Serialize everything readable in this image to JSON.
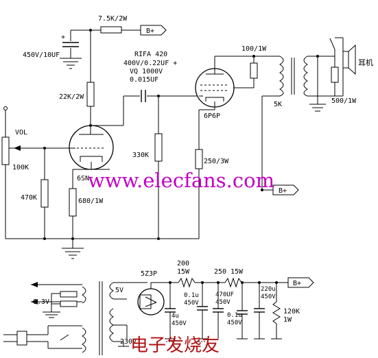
{
  "labels": {
    "r_75k": "7.5K/2W",
    "bplus_top": "B+",
    "cap_450v": "450V/10UF",
    "rifa1": "RIFA 420",
    "rifa2": "400V/0.22UF +",
    "rifa3": "VQ 1000V",
    "rifa4": "0.015UF",
    "r_100_1w": "100/1W",
    "speaker": "耳机",
    "r_22k": "22K/2W",
    "tube_6p6p": "6P6P",
    "xfmr_5k": "5K",
    "r_500": "500/1W",
    "vol": "VOL",
    "pot_100k": "100K",
    "r_330k": "330K",
    "r_250": "250/3W",
    "tube_6sn": "6SN",
    "r_470k": "470K",
    "r_680": "680/1W",
    "bplus_mid": "B+",
    "tube_5z3p": "5Z3P",
    "r_200a": "200",
    "r_200b": "15W",
    "r_250a": "250",
    "r_250b": "15W",
    "bplus_psu": "B+",
    "c_01_a": "0.1u",
    "c_01_a2": "450V",
    "c_470": "470UF",
    "c_470b": "450V",
    "c_220": "220u",
    "c_220b": "450V",
    "r_120k": "120K",
    "r_120k_b": "1W",
    "v_63": "6.3V",
    "v_5": "5V",
    "c_4u": "4u",
    "c_4u_b": "450V",
    "c_01_b": "0.1u",
    "c_01_b2": "450V",
    "v_230": "230V",
    "watermark_url": "www.elecfans.com",
    "watermark_cn": "电子发烧友"
  }
}
